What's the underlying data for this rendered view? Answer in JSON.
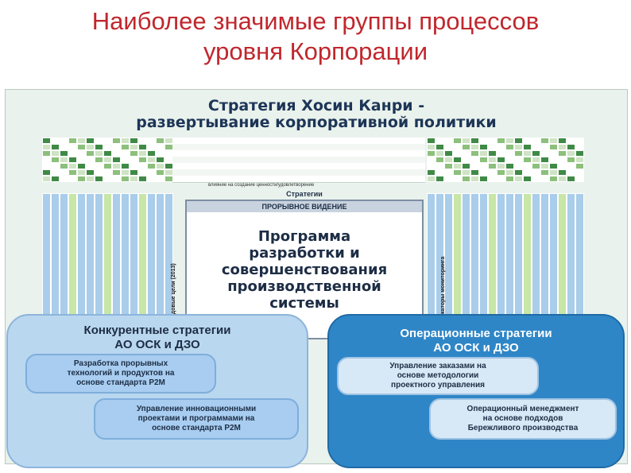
{
  "slide": {
    "title_line1": "Наиболее значимые группы процессов",
    "title_line2": "уровня Корпорации"
  },
  "scan": {
    "title_line1": "Стратегия Хосин Канри -",
    "title_line2": "развертывание корпоративной политики",
    "label_strategies": "Стратегии",
    "label_breakthrough": "ПРОРЫВНОЕ ВИДЕНИЕ",
    "program_text": "Программа\nразработки и\nсовершенствования\nпроизводственной\nсистемы",
    "annual_goals": "Годовые цели (2013)",
    "monitoring": "Индикаторы мониторинга",
    "caption": "влияние на создание ценности/удовлетворение"
  },
  "left_panel": {
    "title_line1": "Конкурентные стратегии",
    "title_line2": "АО ОСК и ДЗО",
    "item1": "Разработка прорывных\nтехнологий и продуктов на\nоснове стандарта P2M",
    "item2": "Управление инновационными\nпроектами и программами на\nоснове стандарта P2M"
  },
  "right_panel": {
    "title_line1": "Операционные стратегии",
    "title_line2": "АО ОСК и ДЗО",
    "item1": "Управление заказами на\nоснове методологии\nпроектного управления",
    "item2": "Операционный менеджмент\nна основе подходов\nБережливого производства"
  },
  "colors": {
    "title_red": "#c0272d",
    "left_panel": "#b9d7ef",
    "right_panel": "#2f86c7"
  }
}
